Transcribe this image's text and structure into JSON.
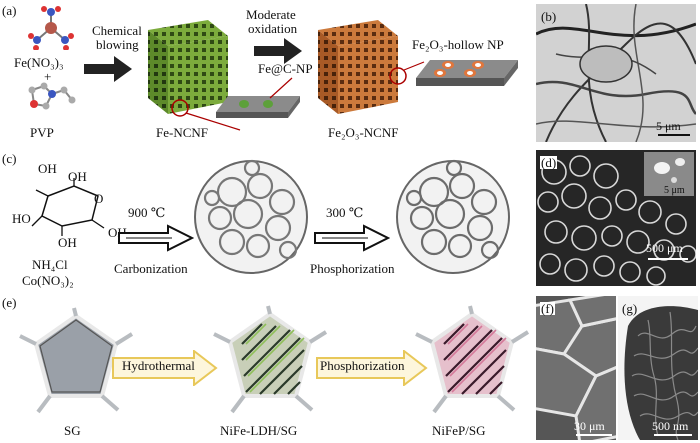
{
  "panels": {
    "a": {
      "letter": "(a)",
      "precursor_top": "Fe(NO₃)₃",
      "plus": "+",
      "precursor_bottom": "PVP",
      "step1": "Chemical blowing",
      "step1_line1": "Chemical",
      "step1_line2": "blowing",
      "product1": "Fe-NCNF",
      "step2_line1": "Moderate",
      "step2_line2": "oxidation",
      "inset1": "Fe@C-NP",
      "inset2": "Fe₂O₃-hollow NP",
      "product2": "Fe₂O₃-NCNF"
    },
    "b": {
      "letter": "(b)",
      "scale": "5 μm"
    },
    "c": {
      "letter": "(c)",
      "oh_labels": [
        "OH",
        "OH",
        "HO",
        "OH",
        "OH"
      ],
      "ring_o": "O",
      "reagent1": "NH₄Cl",
      "reagent2": "Co(NO₃)₂",
      "temp1": "900 ℃",
      "step1": "Carbonization",
      "temp2": "300 ℃",
      "step2": "Phosphorization"
    },
    "d": {
      "letter": "(d)",
      "scale_main": "500 μm",
      "scale_inset": "5 μm"
    },
    "e": {
      "letter": "(e)",
      "label1": "SG",
      "step1": "Hydrothermal",
      "label2": "NiFe-LDH/SG",
      "step2": "Phosphorization",
      "label3": "NiFeP/SG"
    },
    "f": {
      "letter": "(f)",
      "scale": "30 μm"
    },
    "g": {
      "letter": "(g)",
      "scale": "500 nm"
    }
  },
  "colors": {
    "foam_green": "#5d8a2a",
    "foam_orange": "#b8642a",
    "arrow_yellow": "#e8c85a",
    "ldh_pink": "#d47a9a"
  }
}
